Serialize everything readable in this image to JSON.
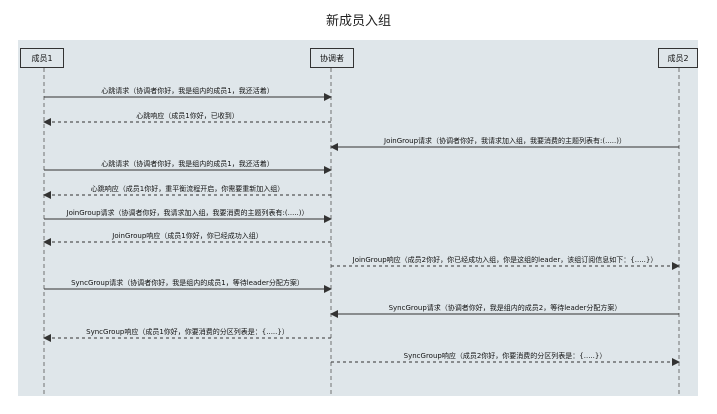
{
  "title": "新成员入组",
  "colors": {
    "background": "#dfe6ea",
    "line": "#333333",
    "box": "#dfe6ea"
  },
  "participants": [
    {
      "id": "m1",
      "label": "成员1"
    },
    {
      "id": "co",
      "label": "协调者"
    },
    {
      "id": "m2",
      "label": "成员2"
    }
  ],
  "messages": [
    {
      "from": "m1",
      "to": "co",
      "style": "solid",
      "label": "心跳请求（协调者你好，我是组内的成员1，我还活着）"
    },
    {
      "from": "co",
      "to": "m1",
      "style": "dashed",
      "label": "心跳响应（成员1你好，已收到）"
    },
    {
      "from": "m2",
      "to": "co",
      "style": "solid",
      "label": "JoinGroup请求（协调者你好，我请求加入组，我要消费的主题列表有:(.....)）"
    },
    {
      "from": "m1",
      "to": "co",
      "style": "solid",
      "label": "心跳请求（协调者你好，我是组内的成员1，我还活着）"
    },
    {
      "from": "co",
      "to": "m1",
      "style": "dashed",
      "label": "心跳响应（成员1你好，重平衡流程开启，你需要重新加入组）"
    },
    {
      "from": "m1",
      "to": "co",
      "style": "solid",
      "label": "JoinGroup请求（协调者你好，我请求加入组，我要消费的主题列表有:(.....)）"
    },
    {
      "from": "co",
      "to": "m1",
      "style": "dashed",
      "label": "JoinGroup响应（成员1你好，你已经成功入组）"
    },
    {
      "from": "co",
      "to": "m2",
      "style": "dashed",
      "label": "JoinGroup响应（成员2你好，你已经成功入组，你是这组的leader，该组订阅信息如下：{.....}）"
    },
    {
      "from": "m1",
      "to": "co",
      "style": "solid",
      "label": "SyncGroup请求（协调者你好，我是组内的成员1，等待leader分配方案）"
    },
    {
      "from": "m2",
      "to": "co",
      "style": "solid",
      "label": "SyncGroup请求（协调者你好，我是组内的成员2，等待leader分配方案）"
    },
    {
      "from": "co",
      "to": "m1",
      "style": "dashed",
      "label": "SyncGroup响应（成员1你好，你要消费的分区列表是：{.....}）"
    },
    {
      "from": "co",
      "to": "m2",
      "style": "dashed",
      "label": "SyncGroup响应（成员2你好，你要消费的分区列表是：{.....}）"
    }
  ]
}
